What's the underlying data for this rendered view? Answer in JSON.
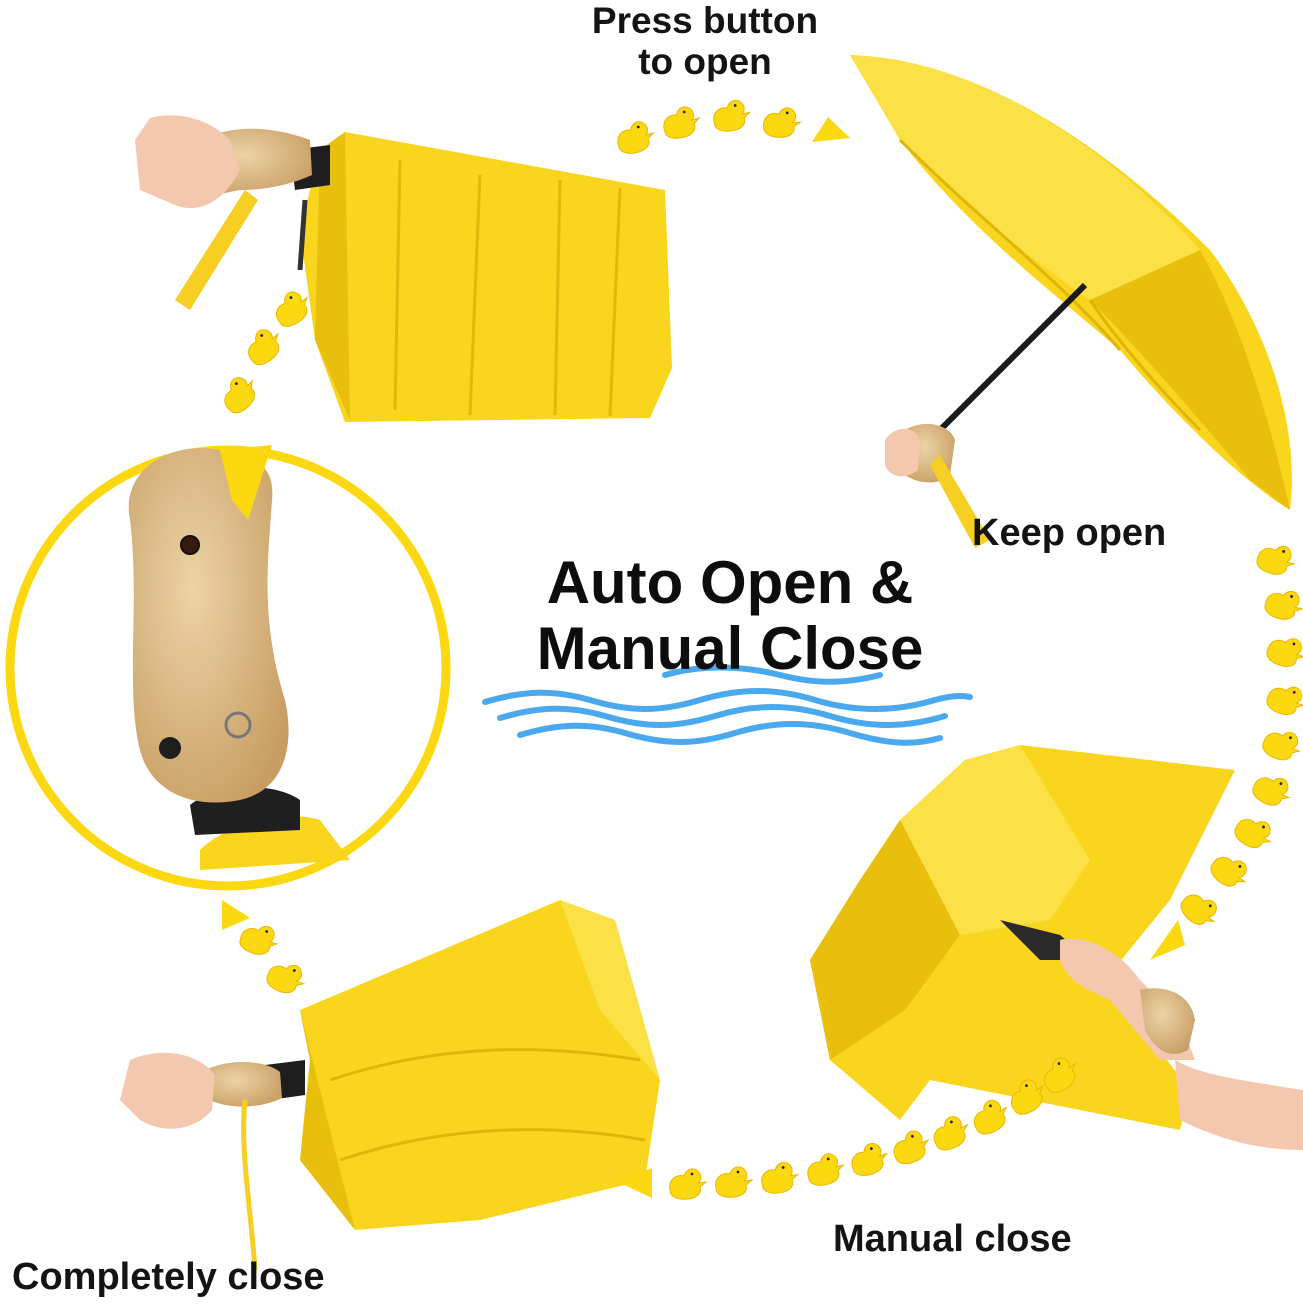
{
  "labels": {
    "press_line1": "Press button",
    "press_line2": "to open",
    "keep_open": "Keep open",
    "manual_close": "Manual close",
    "completely_close": "Completely close"
  },
  "headline": {
    "line1": "Auto Open &",
    "line2": "Manual Close"
  },
  "colors": {
    "umbrella_yellow": "#f9d51e",
    "umbrella_shade": "#e9bf0e",
    "duck_yellow": "#fbd80f",
    "wood": "#d9b784",
    "wave_blue": "#4aa9ee",
    "text": "#141414"
  },
  "icons": [
    "rubber-duck-icon",
    "arrow-triangle-icon",
    "wave-icon",
    "umbrella-illustration",
    "duck-head-handle"
  ]
}
